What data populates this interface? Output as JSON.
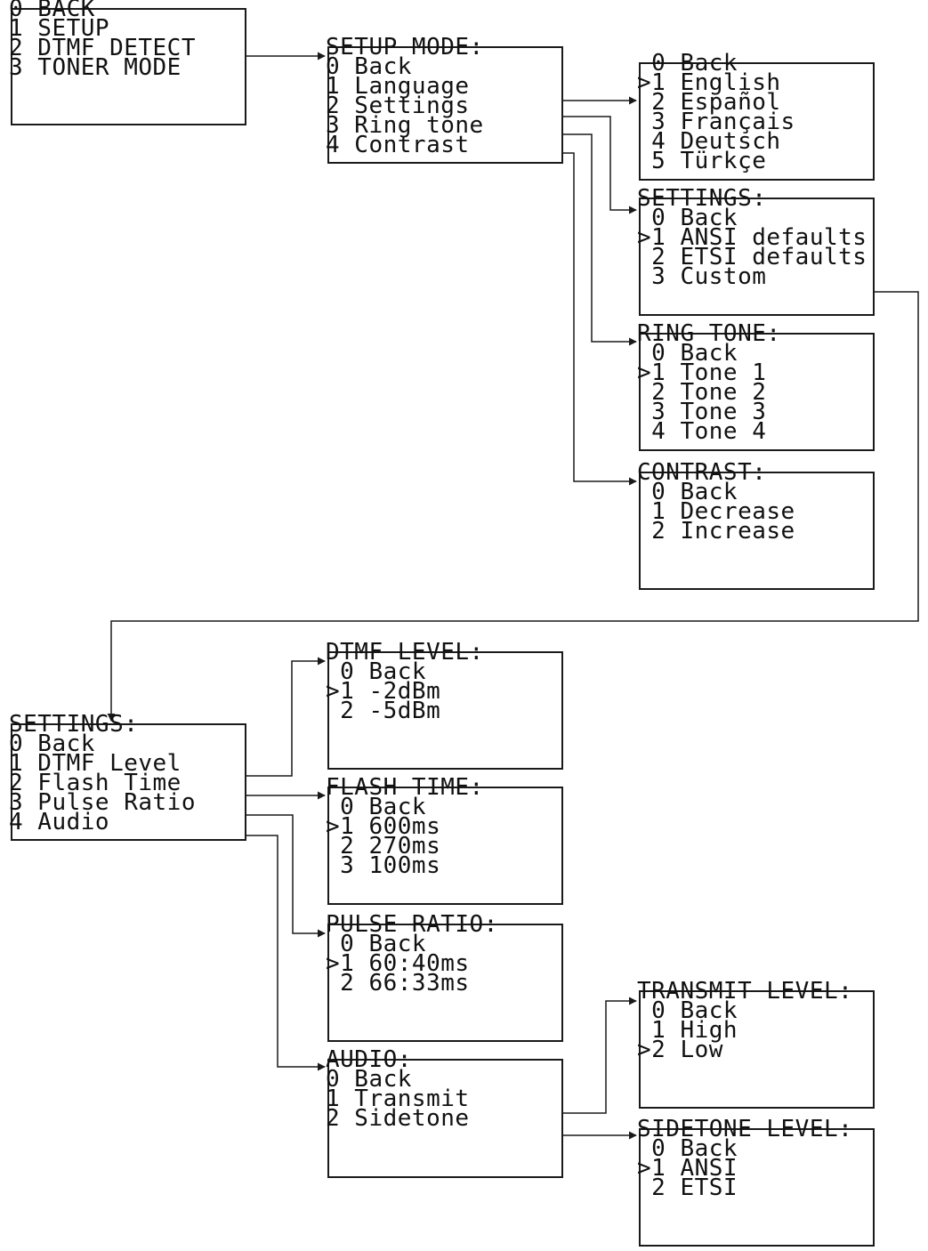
{
  "menus": {
    "main": [
      "0 BACK",
      "1 SETUP",
      "2 DTMF DETECT",
      "3 TONER MODE"
    ],
    "setup": [
      "SETUP MODE:",
      "0 Back",
      "1 Language",
      "2 Settings",
      "3 Ring tone",
      "4 Contrast"
    ],
    "language": [
      " 0 Back",
      ">1 English",
      " 2 Español",
      " 3 Français",
      " 4 Deutsch",
      " 5 Türkçe"
    ],
    "settings_select": [
      "SETTINGS:",
      " 0 Back",
      ">1 ANSI defaults",
      " 2 ETSI defaults",
      " 3 Custom"
    ],
    "ring_tone": [
      "RING TONE:",
      " 0 Back",
      ">1 Tone 1",
      " 2 Tone 2",
      " 3 Tone 3",
      " 4 Tone 4"
    ],
    "contrast": [
      "CONTRAST:",
      " 0 Back",
      " 1 Decrease",
      " 2 Increase"
    ],
    "settings_custom": [
      "SETTINGS:",
      "0 Back",
      "1 DTMF Level",
      "2 Flash Time",
      "3 Pulse Ratio",
      "4 Audio"
    ],
    "dtmf_level": [
      "DTMF LEVEL:",
      " 0 Back",
      ">1 -2dBm",
      " 2 -5dBm"
    ],
    "flash_time": [
      "FLASH TIME:",
      " 0 Back",
      ">1 600ms",
      " 2 270ms",
      " 3 100ms"
    ],
    "pulse_ratio": [
      "PULSE RATIO:",
      " 0 Back",
      ">1 60:40ms",
      " 2 66:33ms"
    ],
    "audio": [
      "AUDIO:",
      "0 Back",
      "1 Transmit",
      "2 Sidetone"
    ],
    "transmit_level": [
      "TRANSMIT LEVEL:",
      " 0 Back",
      " 1 High",
      ">2 Low"
    ],
    "sidetone_level": [
      "SIDETONE LEVEL:",
      " 0 Back",
      ">1 ANSI",
      " 2 ETSI"
    ]
  },
  "colors": {
    "line": "#1a1a1a",
    "text": "#111111",
    "background": "#ffffff"
  }
}
